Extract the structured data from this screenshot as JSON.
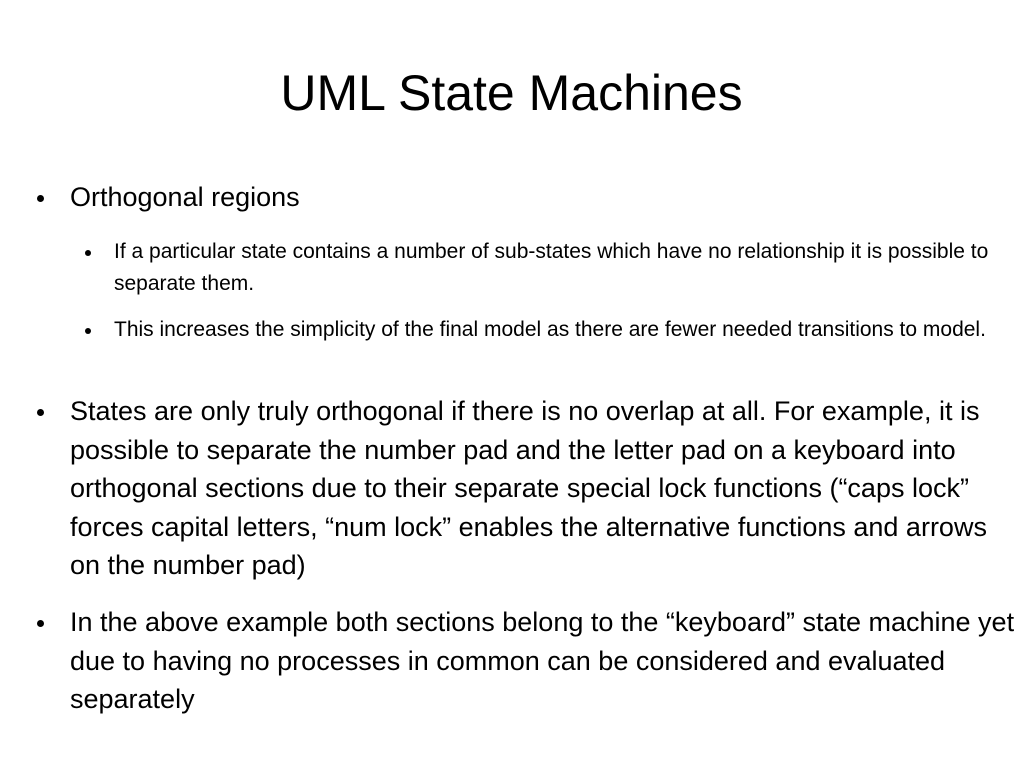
{
  "slide": {
    "title": "UML State Machines",
    "bullets": [
      {
        "text": "Orthogonal regions",
        "sub": [
          "If a particular state contains a number of sub-states which have no relationship it is possible to separate them.",
          "This increases the simplicity of the final model as there are fewer needed transitions to model."
        ]
      },
      {
        "text": "States are only truly orthogonal if there is no overlap at all.  For example, it is possible to separate the number pad and the letter pad on a keyboard into orthogonal sections due to their separate special lock functions (“caps lock” forces capital letters, “num lock” enables the alternative functions and arrows on the number pad)"
      },
      {
        "text": "In the above example both sections belong to the “keyboard” state machine yet due to having no processes in common can be considered and evaluated separately"
      }
    ]
  }
}
